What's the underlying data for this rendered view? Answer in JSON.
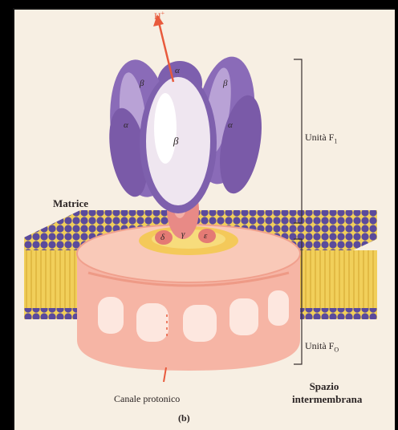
{
  "labels": {
    "proton": "H",
    "proton_sup": "+",
    "unit_f1": "Unità F",
    "unit_f1_sub": "1",
    "unit_f0": "Unità F",
    "unit_f0_sub": "O",
    "matrix": "Matrice",
    "space_line1": "Spazio",
    "space_line2": "intermembrana",
    "channel": "Canale protonico",
    "panel": "(b)"
  },
  "subunits": {
    "alpha": "α",
    "beta": "β",
    "gamma": "γ",
    "epsilon": "ε",
    "delta": "δ"
  },
  "colors": {
    "alpha_beta": "#8a6bb8",
    "alpha_beta_light": "#efe6f0",
    "stalk": "#e88a86",
    "membrane_head": "#5a4a9c",
    "membrane_tail": "#f1cf5a",
    "f0": "#f6b5a5",
    "arrow": "#e85a3c"
  }
}
